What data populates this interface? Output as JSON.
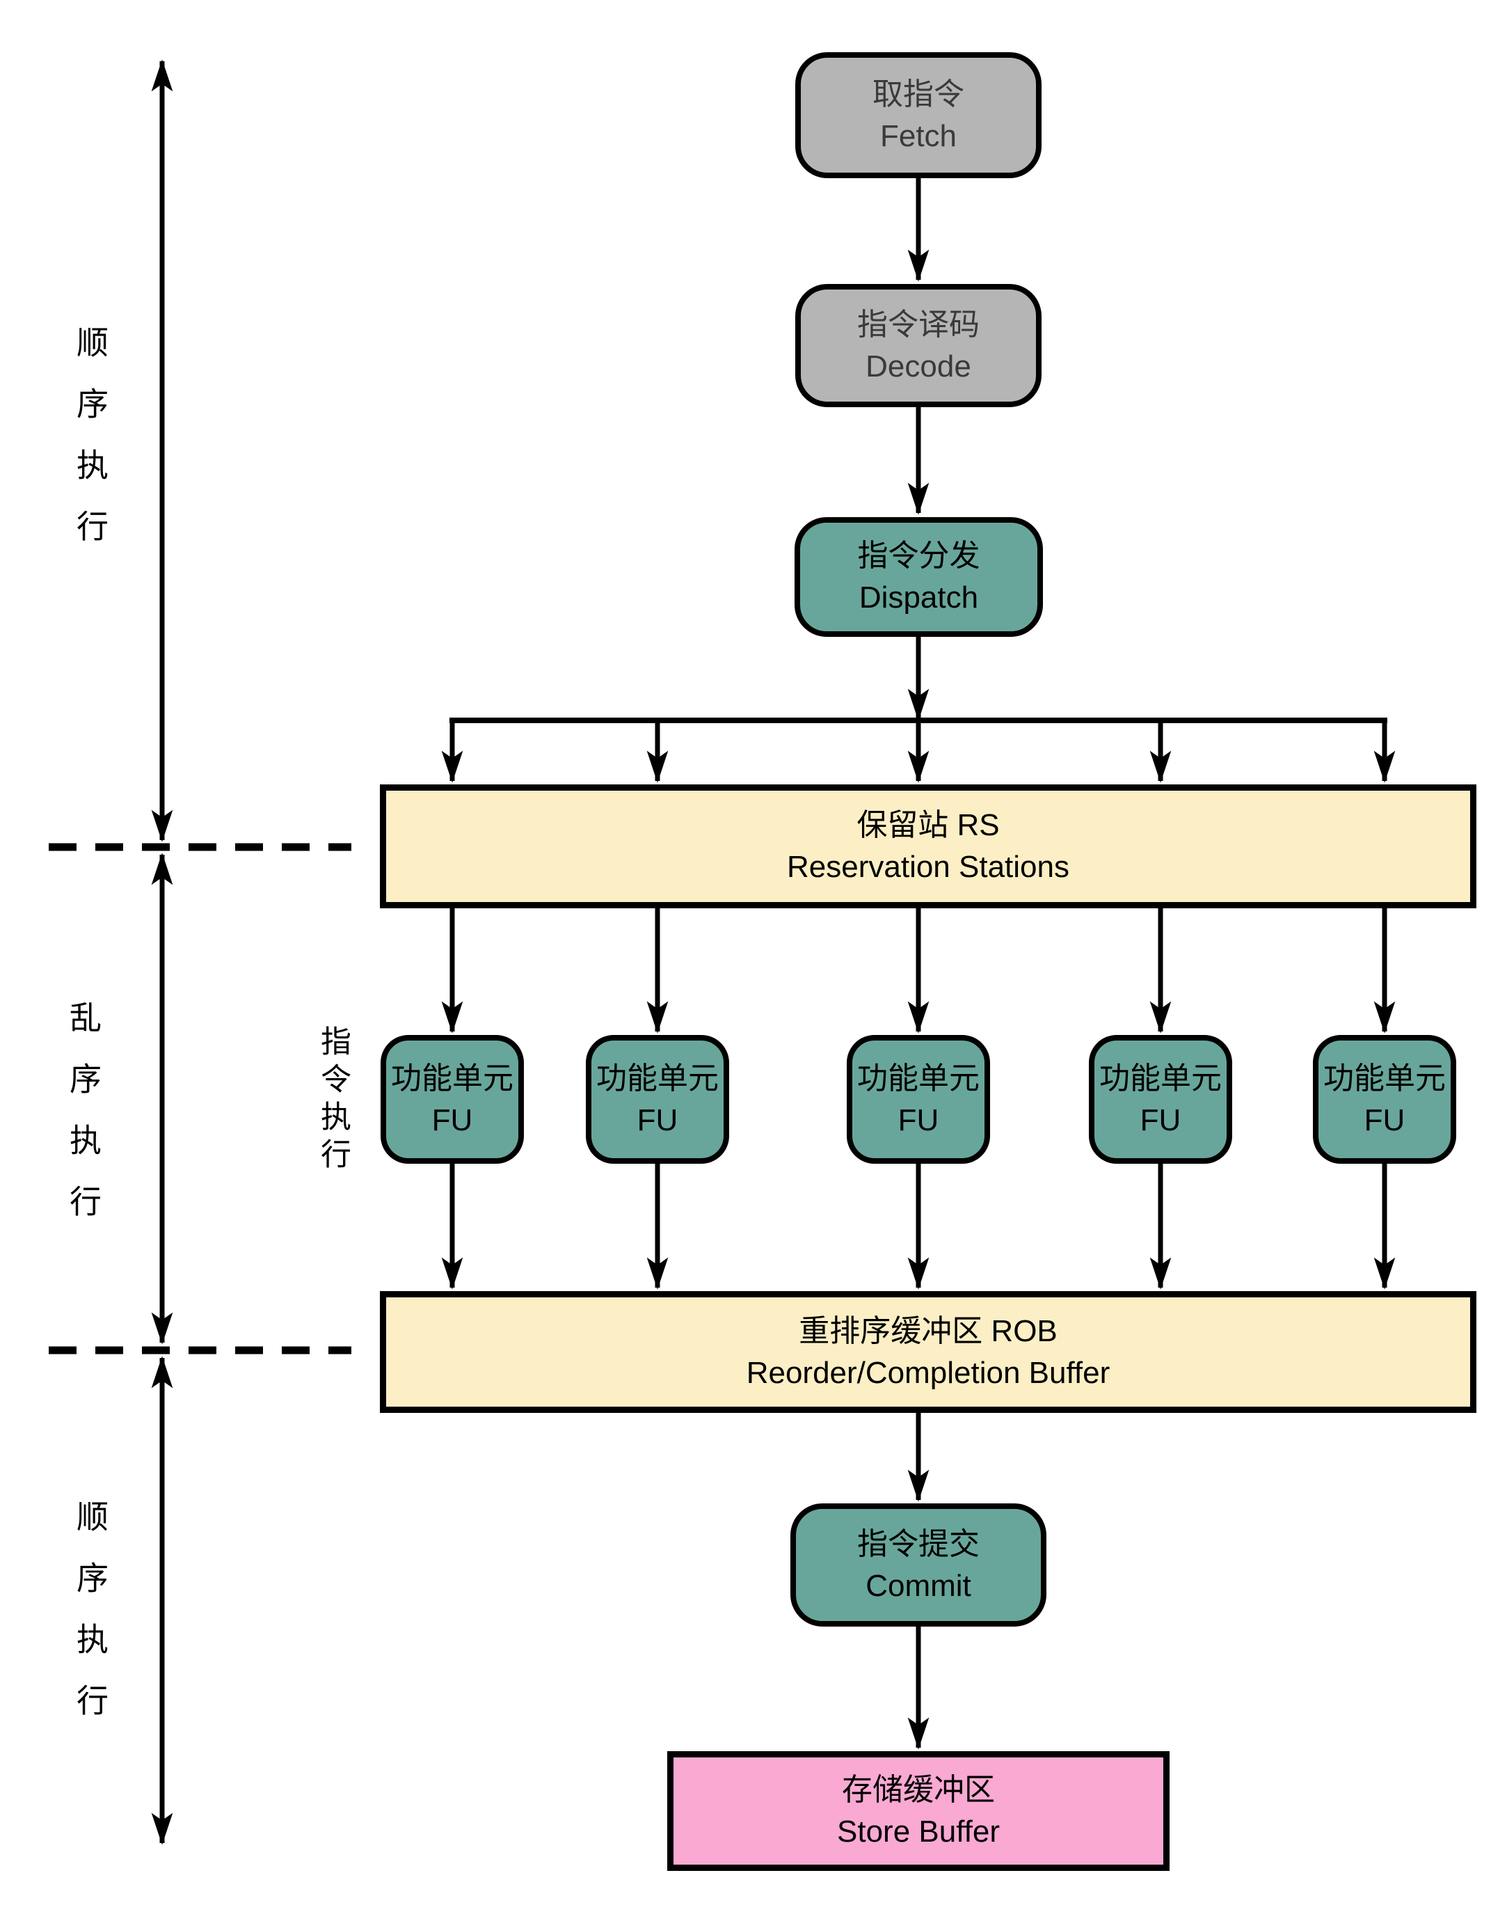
{
  "diagram": {
    "title_implicit": "",
    "colors": {
      "stage_gray": "#b5b5b5",
      "stage_teal": "#68a69b",
      "buffer_cream": "#fcefc5",
      "store_pink": "#f9a9d2",
      "line_black": "#000000",
      "background": "#ffffff"
    },
    "nodes": {
      "fetch": {
        "zh": "取指令",
        "en": "Fetch"
      },
      "decode": {
        "zh": "指令译码",
        "en": "Decode"
      },
      "dispatch": {
        "zh": "指令分发",
        "en": "Dispatch"
      },
      "rs": {
        "zh": "保留站 RS",
        "en": "Reservation Stations"
      },
      "fu": {
        "zh": "功能单元",
        "en": "FU"
      },
      "rob": {
        "zh": "重排序缓冲区 ROB",
        "en": "Reorder/Completion Buffer"
      },
      "commit": {
        "zh": "指令提交",
        "en": "Commit"
      },
      "store": {
        "zh": "存储缓冲区",
        "en": "Store Buffer"
      }
    },
    "side_labels": {
      "in_order_top": "顺序执行",
      "out_of_order": "乱序执行",
      "in_order_bottom": "顺序执行",
      "fu_exec": "指令执行"
    },
    "edges": [
      {
        "from": "Fetch",
        "to": "Decode"
      },
      {
        "from": "Decode",
        "to": "Dispatch"
      },
      {
        "from": "Dispatch",
        "to": "Reservation Stations"
      },
      {
        "from": "Reservation Stations",
        "to": "FU x5"
      },
      {
        "from": "FU x5",
        "to": "Reorder/Completion Buffer"
      },
      {
        "from": "Reorder/Completion Buffer",
        "to": "Commit"
      },
      {
        "from": "Commit",
        "to": "Store Buffer"
      }
    ],
    "fu_count": 5
  }
}
